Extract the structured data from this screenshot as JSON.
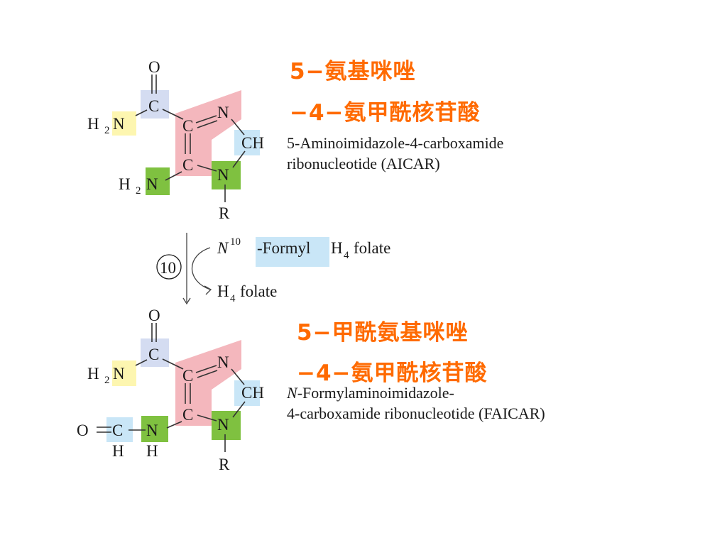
{
  "colors": {
    "label_orange": "#ff6a00",
    "hl_blue": "#d4dcf1",
    "hl_yellow": "#fdf6b0",
    "hl_pink": "#f4b7bd",
    "hl_lightblue": "#c9e6f7",
    "hl_green": "#7fc140"
  },
  "top": {
    "cn_line1": "5−氨基咪唑",
    "cn_line2": "−4−氨甲酰核苷酸",
    "en_line1": "5-Aminoimidazole-4-carboxamide",
    "en_line2": "ribonucleotide (AICAR)"
  },
  "reaction": {
    "step_number": "10",
    "reagent_n": "N",
    "reagent_sup": "10",
    "reagent_formyl": "-Formyl",
    "reagent_h": "H",
    "reagent_sub": "4",
    "reagent_folate": "folate",
    "product_h": "H",
    "product_sub": "4",
    "product_folate": "folate"
  },
  "bottom": {
    "cn_line1": "5−甲酰氨基咪唑",
    "cn_line2": "−4−氨甲酰核苷酸",
    "en_line1_n": "N",
    "en_line1_rest": "-Formylaminoimidazole-",
    "en_line2": "4-carboxamide ribonucleotide (FAICAR)"
  },
  "atoms": {
    "O": "O",
    "C": "C",
    "N": "N",
    "H": "H",
    "R": "R",
    "CH": "CH",
    "two": "2"
  }
}
